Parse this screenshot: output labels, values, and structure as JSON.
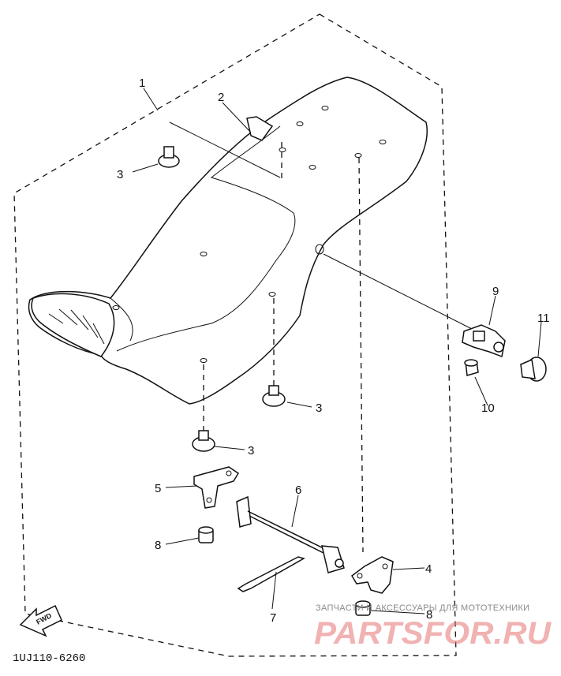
{
  "callouts": {
    "c1": "1",
    "c2": "2",
    "c3a": "3",
    "c3b": "3",
    "c3c": "3",
    "c4": "4",
    "c5": "5",
    "c6": "6",
    "c7": "7",
    "c8a": "8",
    "c8b": "8",
    "c9": "9",
    "c10": "10",
    "c11": "11"
  },
  "diagram_code": "1UJ110-6260",
  "fwd_label": "FWD",
  "watermark": {
    "top": "ЗАПЧАСТИ И АКСЕССУАРЫ ДЛЯ МОТОТЕХНИКИ",
    "logo": "PARTSFOR.RU"
  }
}
